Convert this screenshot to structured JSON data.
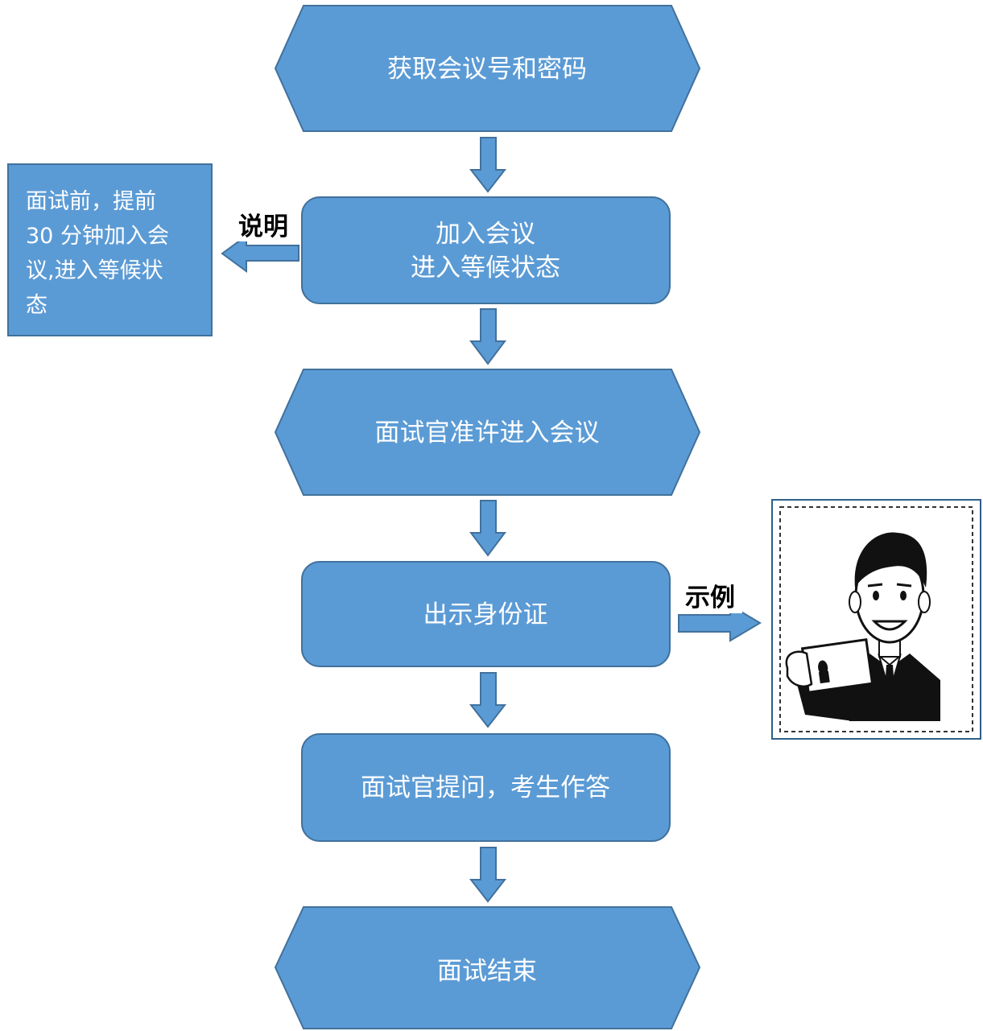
{
  "colors": {
    "node_fill": "#5b9bd5",
    "node_stroke": "#41719c",
    "text": "#ffffff",
    "label": "#000000"
  },
  "steps": {
    "get_meeting": "获取会议号和密码",
    "join_line1": "加入会议",
    "join_line2": "进入等候状态",
    "admit": "面试官准许进入会议",
    "show_id": "出示身份证",
    "qa": "面试官提问，考生作答",
    "end": "面试结束"
  },
  "note": {
    "line1": "面试前，提前",
    "line2": "30 分钟加入会",
    "line3": "议,进入等候状",
    "line4": "态"
  },
  "labels": {
    "explain": "说明",
    "example": "示例"
  },
  "example_image": {
    "icon": "man-holding-id-card-illustration"
  }
}
